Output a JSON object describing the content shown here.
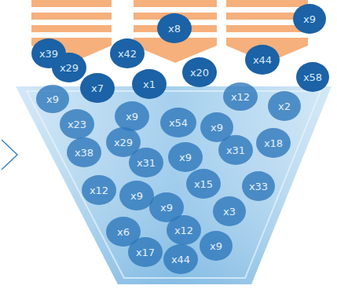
{
  "diagram": {
    "nodes": [
      {
        "text": [
          "x8"
        ]
      },
      {
        "text": [
          "x9"
        ]
      },
      {
        "text": [
          "x39"
        ]
      },
      {
        "text": [
          "x42"
        ]
      },
      {
        "text": [
          "x44"
        ]
      },
      {
        "text": [
          "x29"
        ]
      },
      {
        "text": [
          "x20"
        ]
      },
      {
        "text": [
          "x58"
        ]
      },
      {
        "text": [
          "x1"
        ]
      },
      {
        "text": [
          "x7"
        ]
      },
      {
        "text": [
          "x9"
        ]
      },
      {
        "text": [
          "x12"
        ]
      },
      {
        "text": [
          "x2"
        ]
      },
      {
        "text": [
          "x9"
        ]
      },
      {
        "text": [
          "x54"
        ]
      },
      {
        "text": [
          "x23"
        ]
      },
      {
        "text": [
          "x9"
        ]
      },
      {
        "text": [
          "x18"
        ]
      },
      {
        "text": [
          "x29"
        ]
      },
      {
        "text": [
          "x31"
        ]
      },
      {
        "text": [
          "x38"
        ]
      },
      {
        "text": [
          "x9"
        ]
      },
      {
        "text": [
          "x31"
        ]
      },
      {
        "text": [
          "x15"
        ]
      },
      {
        "text": [
          "x12"
        ]
      },
      {
        "text": [
          "x9"
        ]
      },
      {
        "text": [
          "x33"
        ]
      },
      {
        "text": [
          "x9"
        ]
      },
      {
        "text": [
          "x3"
        ]
      },
      {
        "text": [
          "x12"
        ]
      },
      {
        "text": [
          "x6"
        ]
      },
      {
        "text": [
          "x9"
        ]
      },
      {
        "text": [
          "x17"
        ]
      },
      {
        "text": [
          "x44"
        ]
      }
    ]
  }
}
